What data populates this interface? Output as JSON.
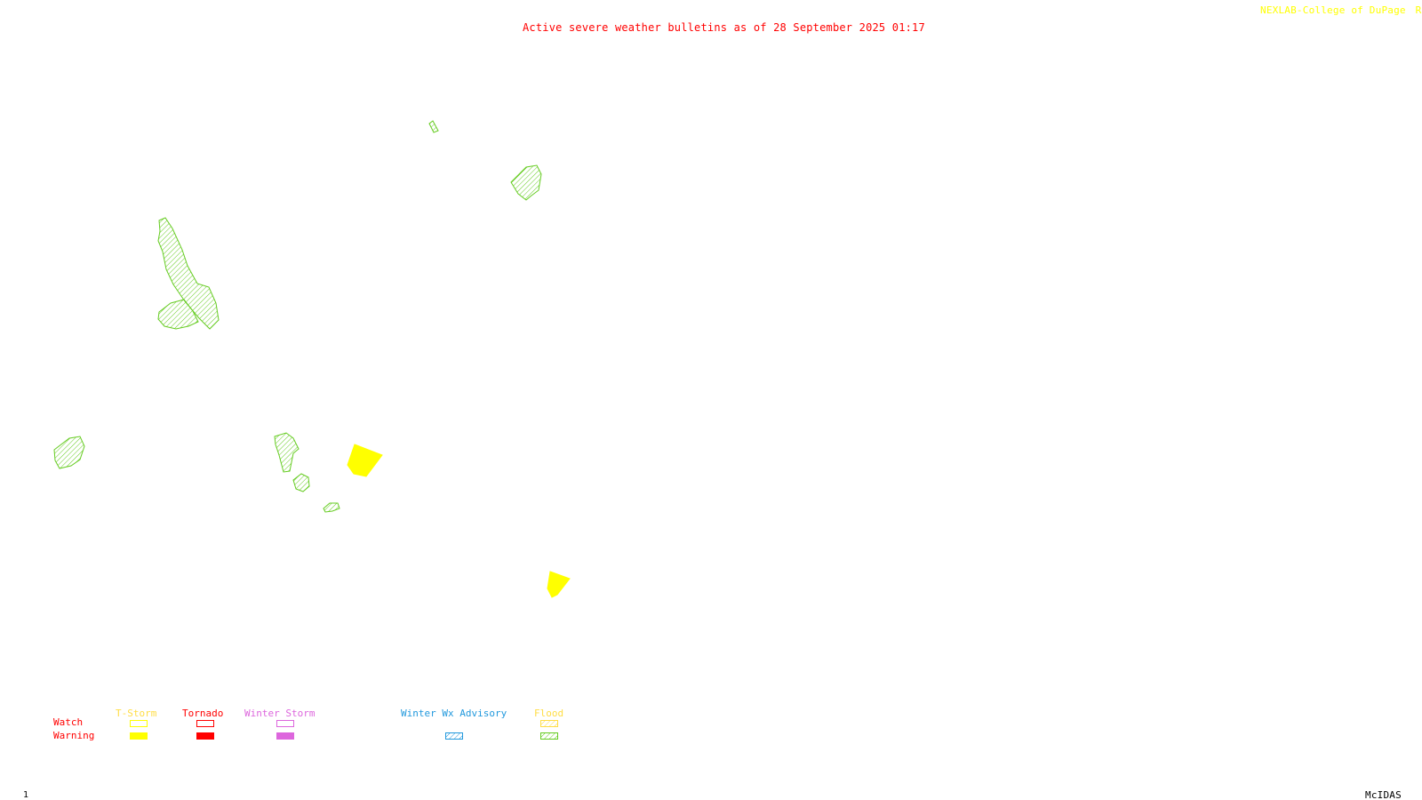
{
  "title": "Active severe weather bulletins as of 28 September 2025 01:17",
  "credit": "NEXLAB-College of DuPage",
  "credit_mark": "R",
  "frame_number": "1",
  "software": "McIDAS",
  "colors": {
    "title": "#ff0000",
    "credit": "#ffff00",
    "flood_warning": "#66cc22",
    "tstorm_warning": "#ffff00",
    "tornado": "#ff0000",
    "winter_storm": "#dd66dd",
    "winter_wx_advisory": "#2299dd",
    "flood": "#ffdd44",
    "footer_text": "#000000"
  },
  "legend": {
    "row_labels": {
      "watch": "Watch",
      "warning": "Warning"
    },
    "columns": [
      {
        "label": "T-Storm",
        "watch_style": "outline",
        "warning_style": "filled"
      },
      {
        "label": "Tornado",
        "watch_style": "outline",
        "warning_style": "filled"
      },
      {
        "label": "Winter Storm",
        "watch_style": "outline",
        "warning_style": "filled"
      },
      {
        "label": "Winter Wx Advisory",
        "watch_style": "none",
        "warning_style": "hatched"
      },
      {
        "label": "Flood",
        "watch_style": "hatched",
        "warning_style": "hatched"
      }
    ]
  },
  "bulletins": {
    "flood_warning_polygons": 9,
    "tstorm_warning_polygons": 2
  }
}
